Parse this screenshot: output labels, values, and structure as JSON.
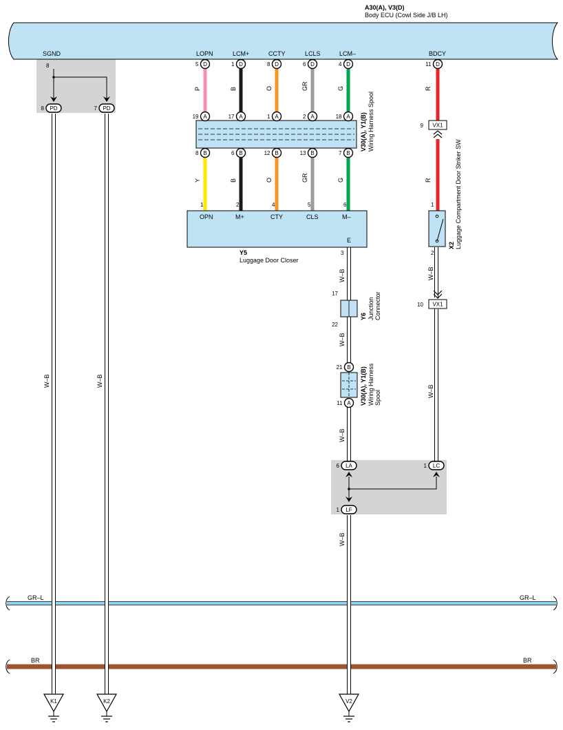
{
  "ecu": {
    "code": "A30(A), V3(D)",
    "name": "Body ECU (Cowl Side J/B LH)",
    "terminals": [
      {
        "name": "SGND"
      },
      {
        "name": "LOPN",
        "pin": "5",
        "conn": "D"
      },
      {
        "name": "LCM+",
        "pin": "1",
        "conn": "D"
      },
      {
        "name": "CCTY",
        "pin": "8",
        "conn": "D"
      },
      {
        "name": "LCLS",
        "pin": "6",
        "conn": "D"
      },
      {
        "name": "LCM–",
        "pin": "4",
        "conn": "D"
      },
      {
        "name": "BDCY",
        "pin": "11",
        "conn": "D"
      }
    ]
  },
  "wires": {
    "upper": [
      {
        "code": "P",
        "color": "#f48fb8"
      },
      {
        "code": "B",
        "color": "#1a1a1a"
      },
      {
        "code": "O",
        "color": "#f7941d"
      },
      {
        "code": "GR",
        "color": "#9b9b9b"
      },
      {
        "code": "G",
        "color": "#00a651"
      }
    ],
    "lower": [
      {
        "code": "Y",
        "color": "#ffe500"
      },
      {
        "code": "B",
        "color": "#1a1a1a"
      },
      {
        "code": "O",
        "color": "#f7941d"
      },
      {
        "code": "GR",
        "color": "#9b9b9b"
      },
      {
        "code": "G",
        "color": "#00a651"
      }
    ],
    "red_upper": {
      "code": "R",
      "color": "#e8252a"
    },
    "red_lower": {
      "code": "R",
      "color": "#e8252a"
    },
    "wb": "W–B",
    "gr_l": {
      "code": "GR–L",
      "color": "#8fd3f0"
    },
    "br": {
      "code": "BR",
      "color": "#9c5430"
    }
  },
  "spool_upper": {
    "code": "V30(A), Y1(B)",
    "name": "Wiring Harness Spool",
    "top_pins": [
      {
        "pin": "19",
        "conn": "A"
      },
      {
        "pin": "17",
        "conn": "A"
      },
      {
        "pin": "1",
        "conn": "A"
      },
      {
        "pin": "2",
        "conn": "A"
      },
      {
        "pin": "18",
        "conn": "A"
      }
    ],
    "bottom_pins": [
      {
        "pin": "8",
        "conn": "B"
      },
      {
        "pin": "6",
        "conn": "B"
      },
      {
        "pin": "12",
        "conn": "B"
      },
      {
        "pin": "13",
        "conn": "B"
      },
      {
        "pin": "7",
        "conn": "B"
      }
    ]
  },
  "closer": {
    "code": "Y5",
    "name": "Luggage Door Closer",
    "terminals": [
      {
        "pin": "1",
        "name": "OPN"
      },
      {
        "pin": "2",
        "name": "M+"
      },
      {
        "pin": "4",
        "name": "CTY"
      },
      {
        "pin": "5",
        "name": "CLS"
      },
      {
        "pin": "6",
        "name": "M–"
      }
    ],
    "ground_term": "E",
    "ground_pin": "3"
  },
  "junction_y6": {
    "code": "Y6",
    "name1": "Junction",
    "name2": "Connector",
    "pin_top": "17",
    "pin_bottom": "22"
  },
  "spool_lower": {
    "code": "V30(A), Y1(B)",
    "name1": "Wiring Harness",
    "name2": "Spool",
    "pin_top": "21",
    "conn_top": "B",
    "pin_bottom": "11",
    "conn_bottom": "A"
  },
  "switch_x2": {
    "code": "X2",
    "name": "Luggage Compartment Door Striker SW",
    "pin_top": "1",
    "pin_bottom": "2"
  },
  "vx1_upper": {
    "pin": "9",
    "conn": "VX1"
  },
  "vx1_lower": {
    "pin": "10",
    "conn": "VX1"
  },
  "pd": {
    "top_pin": "8",
    "left_pin": "8",
    "left_conn": "PD",
    "right_pin": "7",
    "right_conn": "PD"
  },
  "la_lf_lc": {
    "la_pin": "6",
    "la": "LA",
    "lc_pin": "1",
    "lc": "LC",
    "lf_pin": "1",
    "lf": "LF"
  },
  "grounds": [
    "K1",
    "K2",
    "V2"
  ],
  "colors": {
    "component_fill": "#bfe3f5",
    "splice_bg": "#d4d4d6"
  }
}
